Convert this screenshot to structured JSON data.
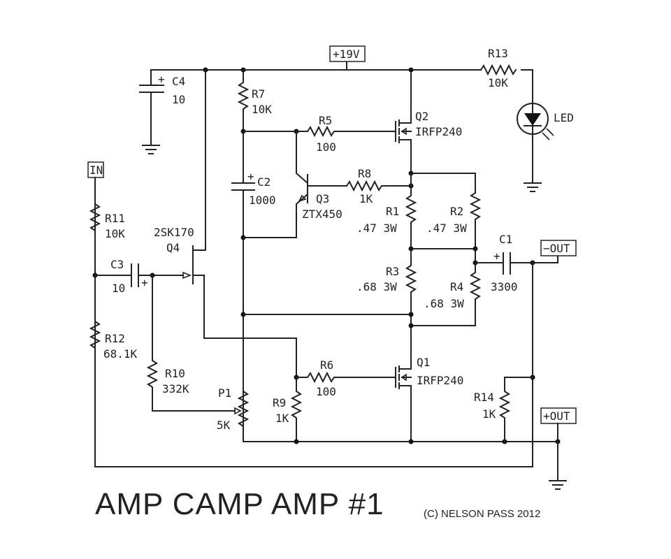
{
  "title": "AMP CAMP AMP #1",
  "copyright": "(C) NELSON PASS 2012",
  "ports": {
    "supply": "+19V",
    "input": "IN",
    "out_neg": "−OUT",
    "out_pos": "+OUT"
  },
  "components": {
    "C4": {
      "ref": "C4",
      "value": "10"
    },
    "R7": {
      "ref": "R7",
      "value": "10K"
    },
    "R5": {
      "ref": "R5",
      "value": "100"
    },
    "Q2": {
      "ref": "Q2",
      "value": "IRFP240"
    },
    "R13": {
      "ref": "R13",
      "value": "10K"
    },
    "LED": {
      "ref": "LED"
    },
    "C2": {
      "ref": "C2",
      "value": "1000"
    },
    "Q3": {
      "ref": "Q3",
      "value": "ZTX450"
    },
    "R8": {
      "ref": "R8",
      "value": "1K"
    },
    "R1": {
      "ref": "R1",
      "value": ".47 3W"
    },
    "R2": {
      "ref": "R2",
      "value": ".47 3W"
    },
    "R3": {
      "ref": "R3",
      "value": ".68 3W"
    },
    "R4": {
      "ref": "R4",
      "value": ".68 3W"
    },
    "C1": {
      "ref": "C1",
      "value": "3300"
    },
    "R11": {
      "ref": "R11",
      "value": "10K"
    },
    "Q4": {
      "ref": "Q4",
      "value": "2SK170"
    },
    "C3": {
      "ref": "C3",
      "value": "10"
    },
    "R12": {
      "ref": "R12",
      "value": "68.1K"
    },
    "R10": {
      "ref": "R10",
      "value": "332K"
    },
    "P1": {
      "ref": "P1",
      "value": "5K"
    },
    "R9": {
      "ref": "R9",
      "value": "1K"
    },
    "R6": {
      "ref": "R6",
      "value": "100"
    },
    "Q1": {
      "ref": "Q1",
      "value": "IRFP240"
    },
    "R14": {
      "ref": "R14",
      "value": "1K"
    }
  },
  "polarity": {
    "plus": "+"
  }
}
